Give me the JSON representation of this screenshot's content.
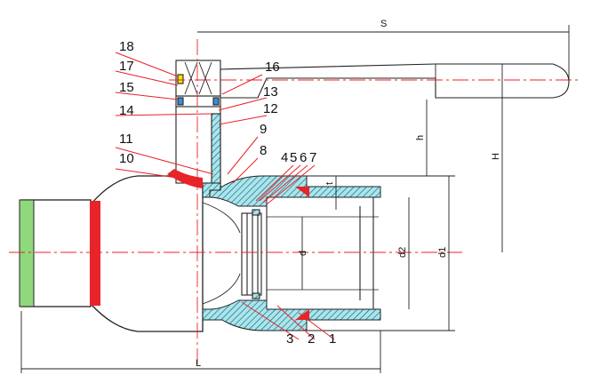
{
  "drawing": {
    "part_numbers": [
      "1",
      "2",
      "3",
      "4",
      "5",
      "6",
      "7",
      "8",
      "9",
      "10",
      "11",
      "12",
      "13",
      "14",
      "15",
      "16",
      "17",
      "18"
    ],
    "dimensions": {
      "S": "S",
      "L": "L",
      "H": "H",
      "h": "h",
      "d": "d",
      "d1": "d1",
      "d2": "d2",
      "t": "t"
    }
  },
  "colors": {
    "section_fill": "#a8e6ee",
    "leader_red": "#e8232a",
    "band_red": "#e8232a",
    "pipe_green": "#8fd87c",
    "yellow_part": "#f2e600",
    "outline": "#222222",
    "centerline": "#e8232a"
  }
}
